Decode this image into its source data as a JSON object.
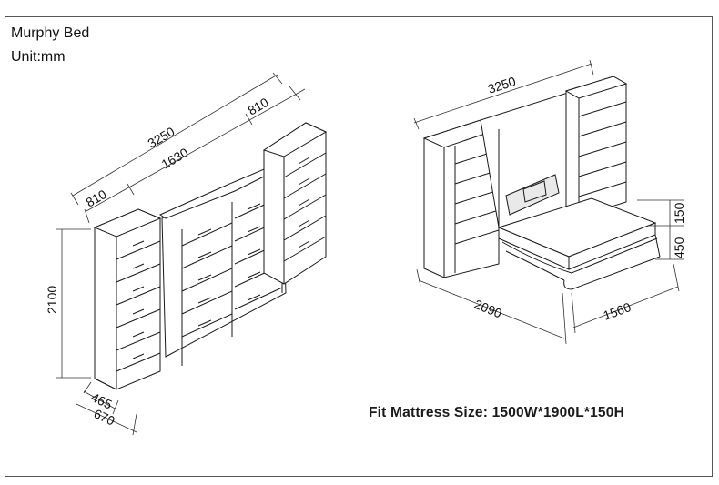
{
  "header": {
    "title": "Murphy Bed",
    "unit": "Unit:mm"
  },
  "left_view": {
    "total_width": "3250",
    "center_width": "1630",
    "left_width": "810",
    "right_width": "810",
    "height": "2100",
    "depth_closed": "465",
    "depth_total": "670"
  },
  "right_view": {
    "total_width": "3250",
    "length_open": "2090",
    "bed_width": "1560",
    "mattress_height": "150",
    "frame_height": "450"
  },
  "footer": {
    "mattress_size": "Fit Mattress Size: 1500W*1900L*150H"
  }
}
